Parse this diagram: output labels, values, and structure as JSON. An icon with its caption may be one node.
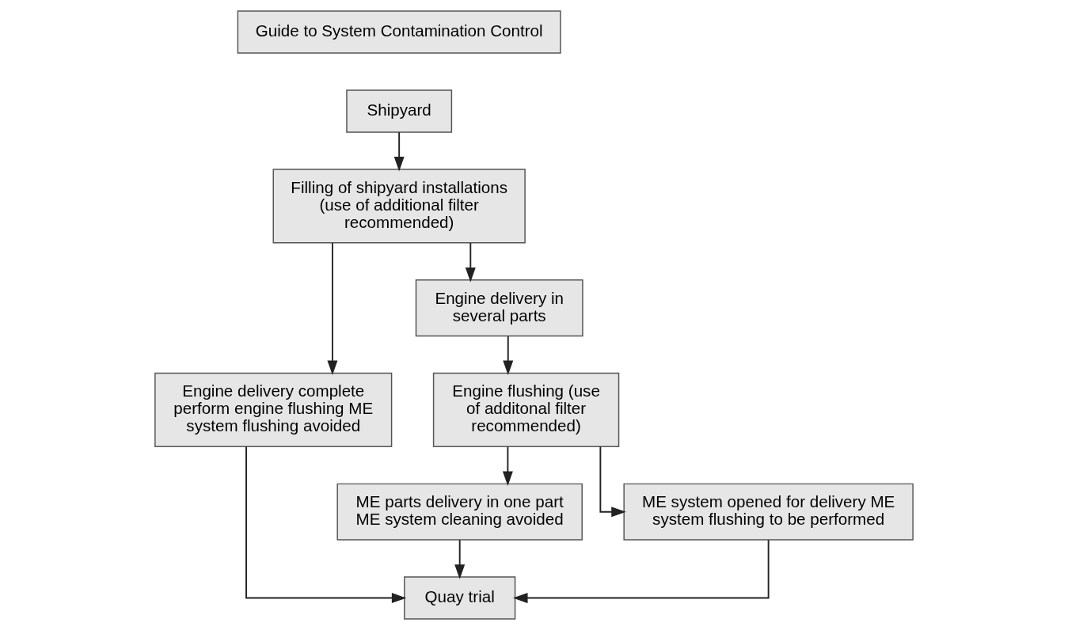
{
  "diagram": {
    "nodes": [
      {
        "text": [
          "Guide to System Contamination Control"
        ]
      },
      {
        "text": [
          "Shipyard"
        ]
      },
      {
        "text": [
          "Filling of shipyard installations (use of additional filter recommended)"
        ]
      },
      {
        "text": [
          "Engine delivery complete perform engine flushing ME system flushing avoided"
        ]
      },
      {
        "text": [
          "Engine delivery in several parts"
        ]
      },
      {
        "text": [
          "Engine flushing (use of additonal filter recommended)"
        ]
      },
      {
        "text": [
          "ME parts delivery in one part ME system cleaning avoided"
        ]
      },
      {
        "text": [
          "ME system opened for delivery ME system flushing to be performed"
        ]
      },
      {
        "text": [
          "Quay trial"
        ]
      }
    ],
    "edges": [
      {
        "from": 1,
        "to": 2,
        "arrow": "to"
      },
      {
        "from": 2,
        "to": 3,
        "arrow": "to"
      },
      {
        "from": 2,
        "to": 4,
        "arrow": "to"
      },
      {
        "from": 4,
        "to": 5,
        "arrow": "to"
      },
      {
        "from": 5,
        "to": 6,
        "arrow": "to"
      },
      {
        "from": 5,
        "to": 7,
        "arrow": "to"
      },
      {
        "from": 3,
        "to": 8,
        "arrow": "to"
      },
      {
        "from": 6,
        "to": 8,
        "arrow": "to"
      },
      {
        "from": 7,
        "to": 8,
        "arrow": "to"
      }
    ]
  }
}
